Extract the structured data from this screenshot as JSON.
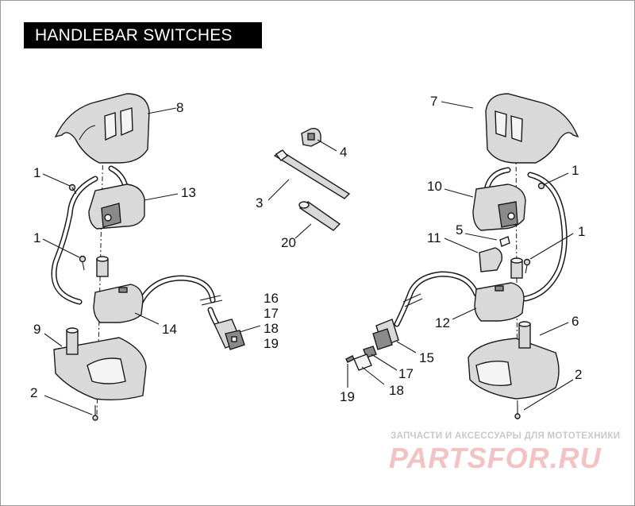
{
  "title": "HANDLEBAR SWITCHES",
  "callouts": {
    "c1a": "1",
    "c1b": "1",
    "c1c": "1",
    "c1d": "1",
    "c2a": "2",
    "c2b": "2",
    "c3": "3",
    "c4": "4",
    "c5": "5",
    "c6": "6",
    "c7": "7",
    "c8": "8",
    "c9": "9",
    "c10": "10",
    "c11": "11",
    "c12": "12",
    "c13": "13",
    "c14": "14",
    "c15": "15",
    "c16": "16",
    "c17a": "17",
    "c17b": "17",
    "c18a": "18",
    "c18b": "18",
    "c19a": "19",
    "c19b": "19",
    "c20": "20"
  },
  "watermark": {
    "tagline": "ЗАПЧАСТИ И АКСЕССУАРЫ ДЛЯ МОТОТЕХНИКИ",
    "logo": "PARTSFOR.RU"
  },
  "colors": {
    "title_bg": "#000000",
    "title_fg": "#ffffff",
    "logo": "#f3c2c2"
  }
}
